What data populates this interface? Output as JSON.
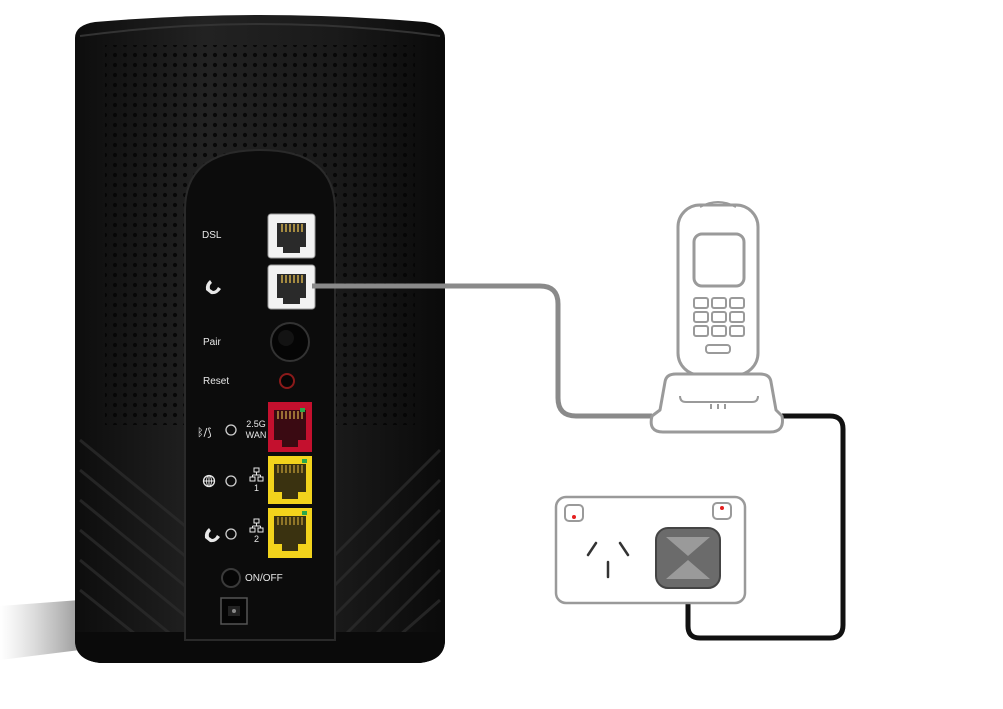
{
  "router": {
    "labels": {
      "dsl": "DSL",
      "pair": "Pair",
      "reset": "Reset",
      "wan_line1": "2.5G",
      "wan_line2": "WAN",
      "lan1": "1",
      "lan2": "2",
      "on_off": "ON/OFF"
    },
    "icons": [
      "phone-icon",
      "bluetooth-wifi-icon",
      "globe-icon",
      "network-icon",
      "power-button"
    ],
    "port_colors": {
      "body": "#141414",
      "panel": "#0b0b0b",
      "wan": "#c4102e",
      "lan": "#f2d31c",
      "rj11": "#f2f2f2"
    }
  },
  "accessories": {
    "phone": "cordless-handset-in-cradle",
    "wall_outlet": "power-point-with-plug",
    "cable_colors": {
      "phone_line": "#8a8a8a",
      "power_cable": "#111111"
    }
  }
}
